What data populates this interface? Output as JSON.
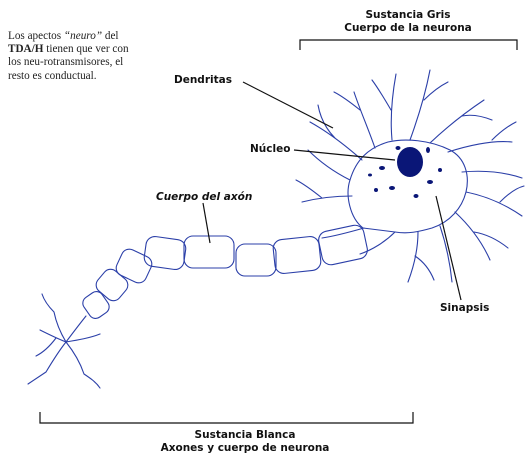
{
  "intro": {
    "p1": "Los apectos ",
    "neuro": "“neuro”",
    "p2": " del ",
    "tdah": "TDA/H",
    "p3": " tienen que ver con los neu-rotransmisores, el resto es conductual."
  },
  "labels": {
    "gray_title": "Sustancia Gris",
    "gray_sub": "Cuerpo de la neurona",
    "dendritas": "Dendritas",
    "nucleo": "Núcleo",
    "axon_body": "Cuerpo del axón",
    "sinapsis": "Sinapsis",
    "white_title": "Sustancia Blanca",
    "white_sub": "Axones y cuerpo de neurona"
  },
  "colors": {
    "neuron_stroke": "#2b3fa8",
    "nucleus_fill": "#0a1677",
    "line": "#111111"
  }
}
